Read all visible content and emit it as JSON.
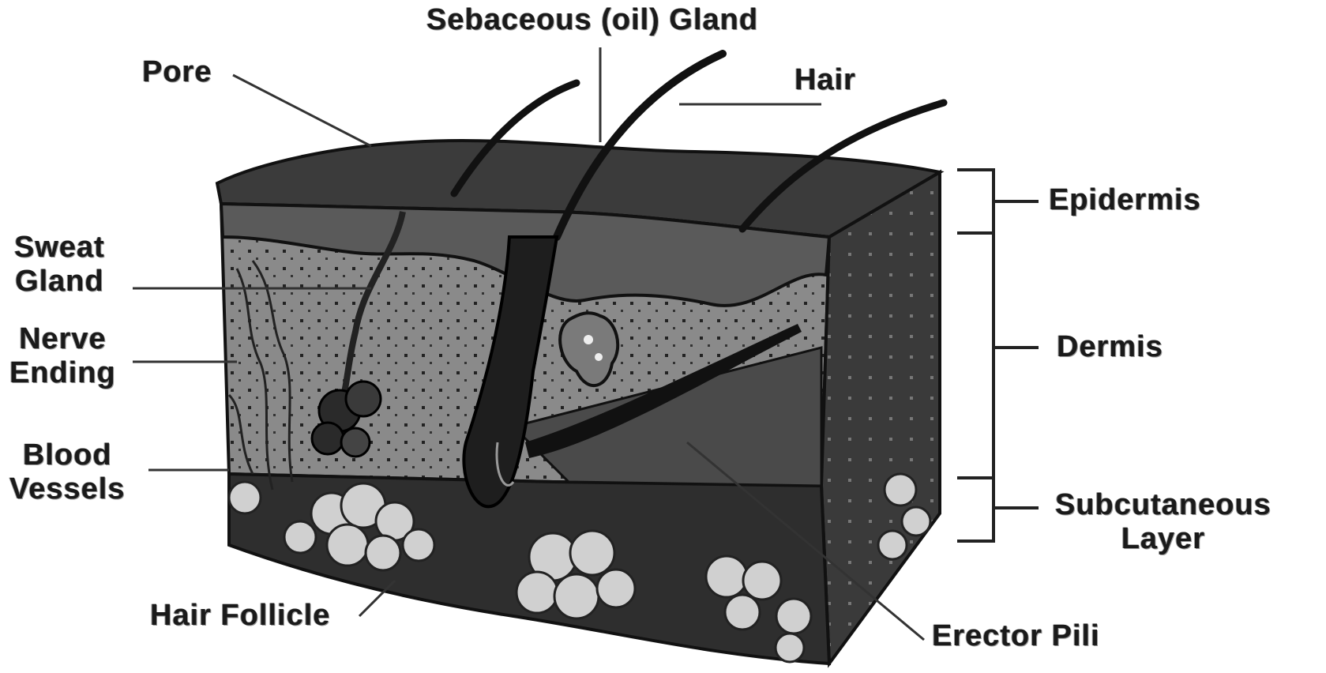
{
  "labels": {
    "sebaceous_gland": "Sebaceous (oil) Gland",
    "pore": "Pore",
    "hair": "Hair",
    "epidermis": "Epidermis",
    "sweat_gland": [
      "Sweat",
      "Gland"
    ],
    "dermis": "Dermis",
    "nerve_ending": [
      "Nerve",
      "Ending"
    ],
    "blood_vessels": [
      "Blood",
      "Vessels"
    ],
    "subcutaneous_layer": [
      "Subcutaneous",
      "Layer"
    ],
    "hair_follicle": "Hair Follicle",
    "erector_pili": "Erector Pili"
  },
  "colors": {
    "ink": "#1a1a1a",
    "dark_tissue": "#2b2b2b",
    "mid_tissue": "#6e6e6e",
    "light_tissue": "#b9b9b9",
    "fat": "#d4d4d4",
    "background": "#ffffff"
  }
}
